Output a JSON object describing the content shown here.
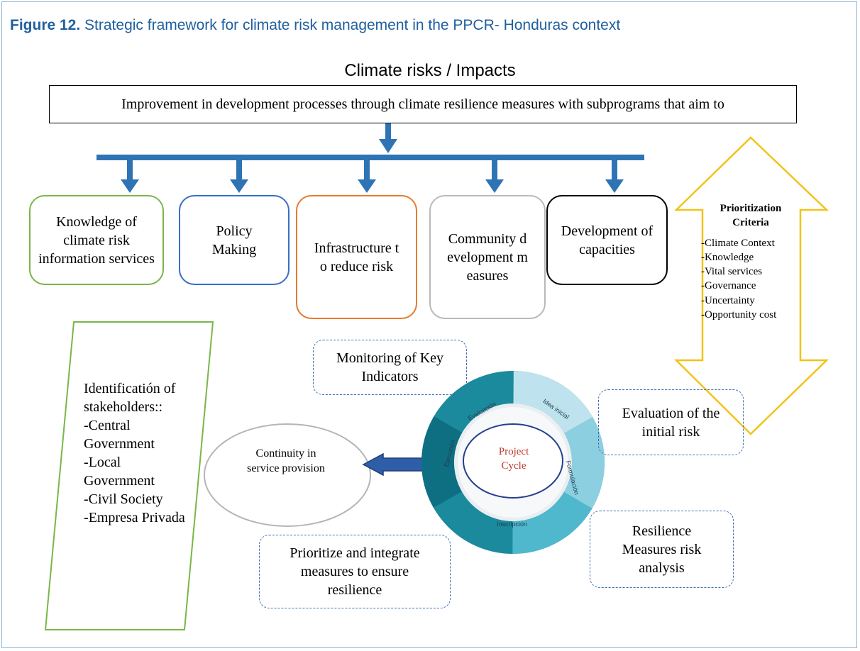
{
  "figure": {
    "label": "Figure 12.",
    "title": "Strategic framework for climate risk management in the PPCR- Honduras context"
  },
  "header": {
    "subtitle": "Climate risks / Impacts",
    "top_box": "Improvement in development processes through climate resilience measures with subprograms that aim to"
  },
  "subprograms": [
    {
      "label": "Knowledge of climate risk information services",
      "color": "#7ab648"
    },
    {
      "label": "Policy Making",
      "color": "#3a6fc4"
    },
    {
      "label": "Infrastructure to reduce risk",
      "color": "#e57b2e"
    },
    {
      "label": "Community development measures",
      "color": "#b9b9b9"
    },
    {
      "label": "Development of capacities",
      "color": "#000000"
    }
  ],
  "criteria": {
    "title": "Prioritization Criteria",
    "items": [
      "-Climate Context",
      "-Knowledge",
      "-Vital services",
      "-Governance",
      "-Uncertainty",
      "-Opportunity cost"
    ],
    "color": "#f2c318"
  },
  "stakeholders": {
    "title": "Identificatión of stakeholders::",
    "items": [
      "-Central Government",
      "-Local Government",
      "-Civil Society",
      "-Empresa Privada"
    ],
    "color": "#7ab648"
  },
  "steps": {
    "monitoring": "Monitoring of Key Indicators",
    "evaluation": "Evaluation of the initial risk",
    "resilience": "Resilience Measures risk analysis",
    "prioritize": "Prioritize and integrate measures to ensure resilience"
  },
  "continuity": "Continuity in service provision",
  "project_cycle": {
    "label": "Project Cycle",
    "stages": [
      "Evaluación",
      "Idea inicial",
      "Formulación",
      "Inscripción",
      "Ejecución"
    ]
  },
  "colors": {
    "connector": "#2e74b5",
    "dashed_border": "#3b6fb5",
    "title": "#1f5f9e"
  }
}
